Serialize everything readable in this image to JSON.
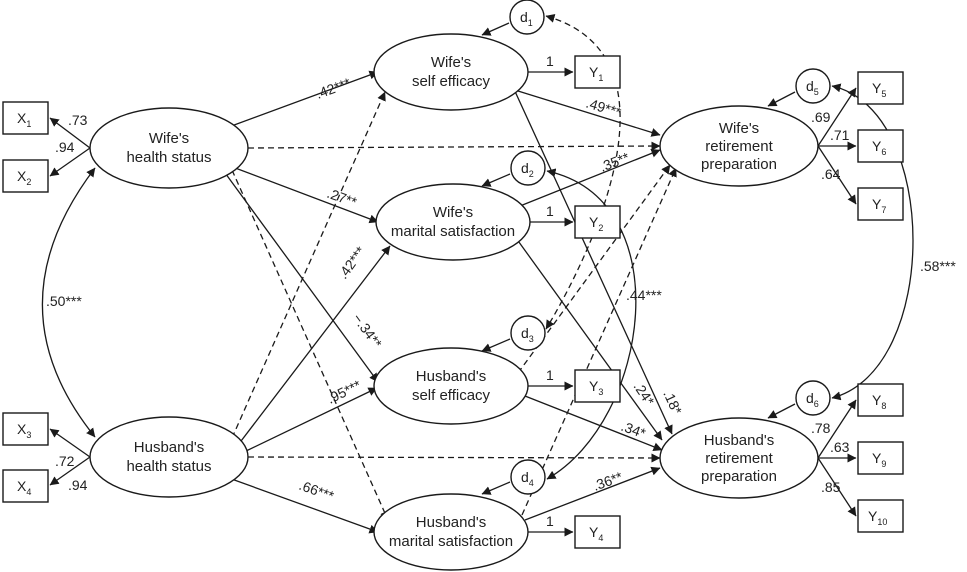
{
  "diagram": {
    "exogenous": {
      "wife_health": [
        "Wife's",
        "health status"
      ],
      "husband_health": [
        "Husband's",
        "health status"
      ]
    },
    "mediators": {
      "wife_self_efficacy": [
        "Wife's",
        "self efficacy"
      ],
      "wife_marital": [
        "Wife's",
        "marital satisfaction"
      ],
      "husband_self_efficacy": [
        "Husband's",
        "self efficacy"
      ],
      "husband_marital": [
        "Husband's",
        "marital satisfaction"
      ]
    },
    "outcomes": {
      "wife_retirement": [
        "Wife's",
        "retirement",
        "preparation"
      ],
      "husband_retirement": [
        "Husband's",
        "retirement",
        "preparation"
      ]
    },
    "indicators": {
      "x1": {
        "letter": "X",
        "sub": "1"
      },
      "x2": {
        "letter": "X",
        "sub": "2"
      },
      "x3": {
        "letter": "X",
        "sub": "3"
      },
      "x4": {
        "letter": "X",
        "sub": "4"
      },
      "y1": {
        "letter": "Y",
        "sub": "1"
      },
      "y2": {
        "letter": "Y",
        "sub": "2"
      },
      "y3": {
        "letter": "Y",
        "sub": "3"
      },
      "y4": {
        "letter": "Y",
        "sub": "4"
      },
      "y5": {
        "letter": "Y",
        "sub": "5"
      },
      "y6": {
        "letter": "Y",
        "sub": "6"
      },
      "y7": {
        "letter": "Y",
        "sub": "7"
      },
      "y8": {
        "letter": "Y",
        "sub": "8"
      },
      "y9": {
        "letter": "Y",
        "sub": "9"
      },
      "y10": {
        "letter": "Y",
        "sub": "10"
      }
    },
    "disturbances": {
      "d1": {
        "letter": "d",
        "sub": "1"
      },
      "d2": {
        "letter": "d",
        "sub": "2"
      },
      "d3": {
        "letter": "d",
        "sub": "3"
      },
      "d4": {
        "letter": "d",
        "sub": "4"
      },
      "d5": {
        "letter": "d",
        "sub": "5"
      },
      "d6": {
        "letter": "d",
        "sub": "6"
      }
    },
    "loadings": {
      "x1": ".73",
      "x2": ".94",
      "x3": ".72",
      "x4": ".94",
      "y1": "1",
      "y2": "1",
      "y3": "1",
      "y4": "1",
      "y5": ".69",
      "y6": ".71",
      "y7": ".64",
      "y8": ".78",
      "y9": ".63",
      "y10": ".85"
    },
    "paths": {
      "wh_wse": ".42***",
      "wh_wms": ".27**",
      "hh_wms": ".42***",
      "wh_hse": "−.34**",
      "hh_hse": ".95***",
      "hh_hms": ".66***",
      "wse_wrp": ".49***",
      "wms_wrp": ".35**",
      "wse_hrp": ".44***",
      "wms_hrp": ".24*",
      "hse_wrp": ".18*",
      "hse_hrp": ".34*",
      "hms_hrp": ".36**"
    },
    "correlations": {
      "health": ".50***",
      "d5_d6": ".58***"
    }
  }
}
